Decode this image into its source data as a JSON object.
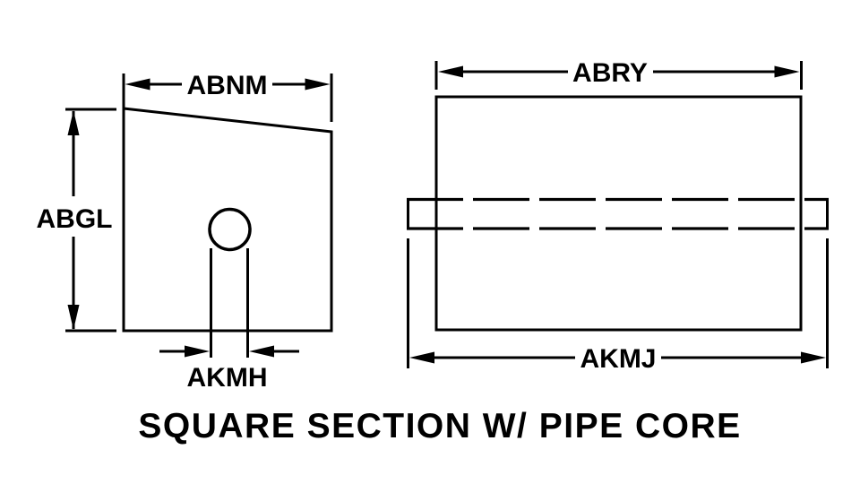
{
  "colors": {
    "ink": "#000000",
    "background": "#ffffff"
  },
  "title": {
    "text": "SQUARE SECTION W/ PIPE CORE"
  },
  "front_view": {
    "dim_width_label": "ABNM",
    "dim_height_label": "ABGL",
    "dim_bore_label": "AKMH"
  },
  "side_view": {
    "dim_width_label": "ABRY",
    "dim_pipe_length_label": "AKMJ"
  }
}
